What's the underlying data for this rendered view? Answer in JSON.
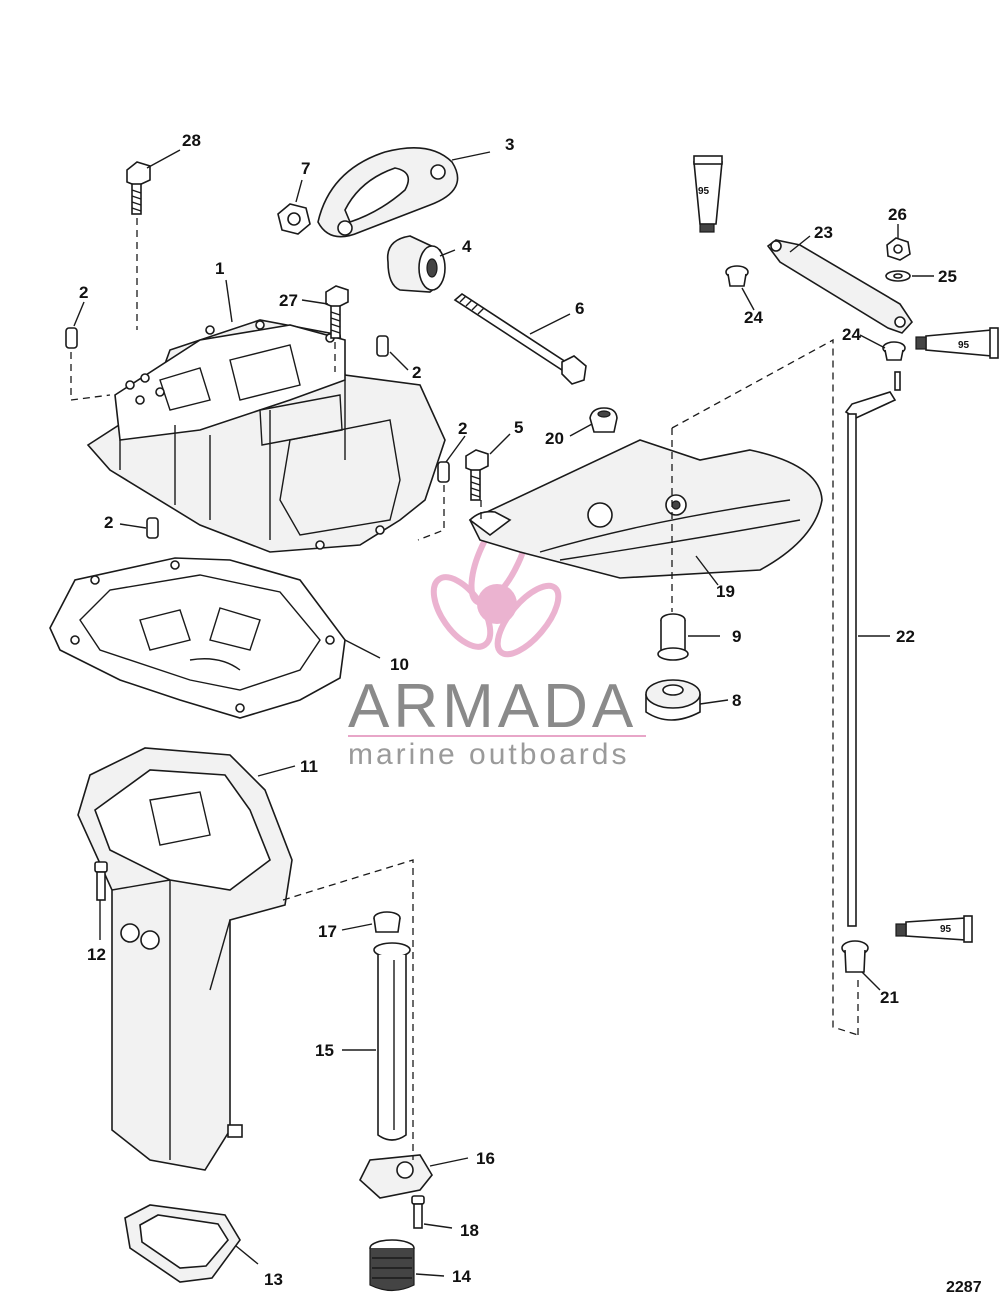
{
  "callouts": {
    "c1": "1",
    "c2a": "2",
    "c2b": "2",
    "c2c": "2",
    "c2d": "2",
    "c3": "3",
    "c4": "4",
    "c5": "5",
    "c6": "6",
    "c7": "7",
    "c8": "8",
    "c9": "9",
    "c10": "10",
    "c11": "11",
    "c12": "12",
    "c13": "13",
    "c14": "14",
    "c15": "15",
    "c16": "16",
    "c17": "17",
    "c18": "18",
    "c19": "19",
    "c20": "20",
    "c21": "21",
    "c22": "22",
    "c23": "23",
    "c24a": "24",
    "c24b": "24",
    "c25": "25",
    "c26": "26",
    "c27": "27",
    "c28": "28"
  },
  "lubricant_tubes": {
    "t1": "95",
    "t2": "95",
    "t3": "95"
  },
  "watermark": {
    "brand": "ARMADA",
    "tagline": "marine outboards",
    "brand_color": "#8a8a8a",
    "logo_color": "#e8a6c8"
  },
  "figure_id": "2287"
}
